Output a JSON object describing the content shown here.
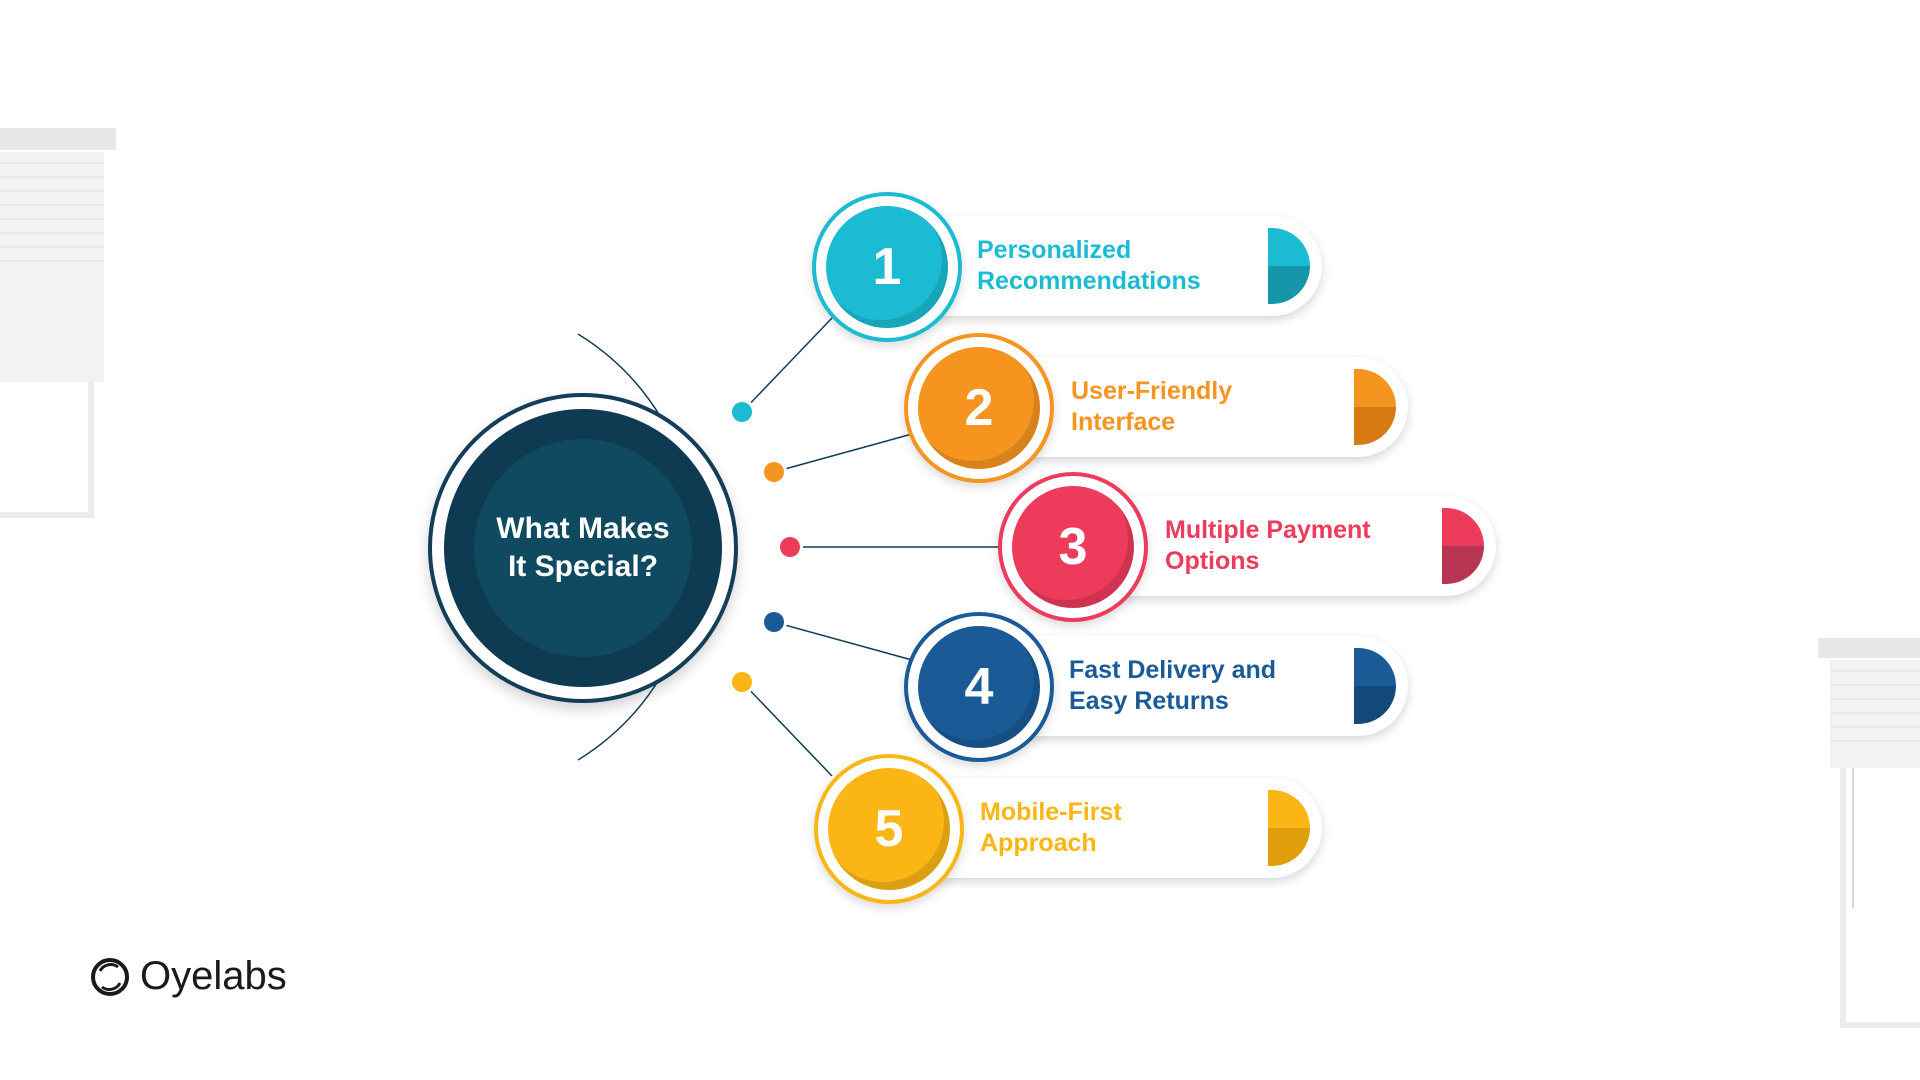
{
  "title": "What Makes\nIt Special?",
  "items": [
    {
      "number": "1",
      "label": "Personalized\nRecommendations",
      "color": "#1bbcd3",
      "dark": "#1597a9"
    },
    {
      "number": "2",
      "label": "User-Friendly\nInterface",
      "color": "#f5941f",
      "dark": "#d87a14"
    },
    {
      "number": "3",
      "label": "Multiple Payment\nOptions",
      "color": "#ec3b5b",
      "dark": "#b83453"
    },
    {
      "number": "4",
      "label": "Fast Delivery and\nEasy Returns",
      "color": "#1a5a96",
      "dark": "#144a7a"
    },
    {
      "number": "5",
      "label": "Mobile-First\nApproach",
      "color": "#fbb615",
      "dark": "#e09f0a"
    }
  ],
  "brand": {
    "name": "Oyelabs",
    "icon": "oyelabs-logo-icon"
  },
  "colors": {
    "center": "#0f4a61",
    "line": "#123f57"
  }
}
